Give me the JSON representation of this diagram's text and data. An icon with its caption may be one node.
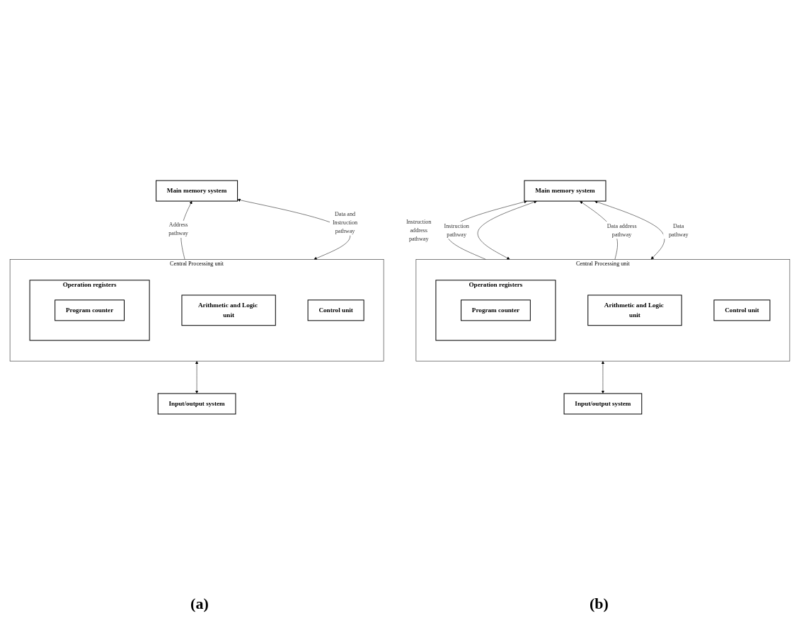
{
  "diagram": {
    "nodes": [
      {
        "text": [
          "Main memory system"
        ]
      },
      {
        "text": [
          "Central Processing unit"
        ]
      },
      {
        "text": [
          "Operation registers"
        ],
        "in": 1
      },
      {
        "text": [
          "Program counter"
        ],
        "in": 2
      },
      {
        "text": [
          "Arithmetic and Logic unit"
        ],
        "in": 1
      },
      {
        "text": [
          "Control unit"
        ],
        "in": 1
      },
      {
        "text": [
          "Input/output system"
        ]
      },
      {
        "text": [
          "Main memory system"
        ]
      },
      {
        "text": [
          "Central Processing unit"
        ]
      },
      {
        "text": [
          "Operation registers"
        ],
        "in": 8
      },
      {
        "text": [
          "Program counter"
        ],
        "in": 9
      },
      {
        "text": [
          "Arithmetic and Logic unit"
        ],
        "in": 8
      },
      {
        "text": [
          "Control unit"
        ],
        "in": 8
      },
      {
        "text": [
          "Input/output system"
        ]
      }
    ],
    "edges": [
      {
        "from": 1,
        "to": 0,
        "arrow": "to",
        "label": "Address pathway"
      },
      {
        "from": 1,
        "to": 0,
        "arrow": "both",
        "label": "Data and Instruction pathway"
      },
      {
        "from": 6,
        "to": 1,
        "arrow": "both"
      },
      {
        "from": 8,
        "to": 7,
        "arrow": "to",
        "label": "Instruction address pathway"
      },
      {
        "from": 8,
        "to": 7,
        "arrow": "both",
        "label": "Instruction pathway"
      },
      {
        "from": 8,
        "to": 7,
        "arrow": "to",
        "label": "Data address pathway"
      },
      {
        "from": 8,
        "to": 7,
        "arrow": "both",
        "label": "Data pathway"
      },
      {
        "from": 13,
        "to": 8,
        "arrow": "both"
      }
    ],
    "labels": [
      "(a)",
      "(b)"
    ]
  }
}
